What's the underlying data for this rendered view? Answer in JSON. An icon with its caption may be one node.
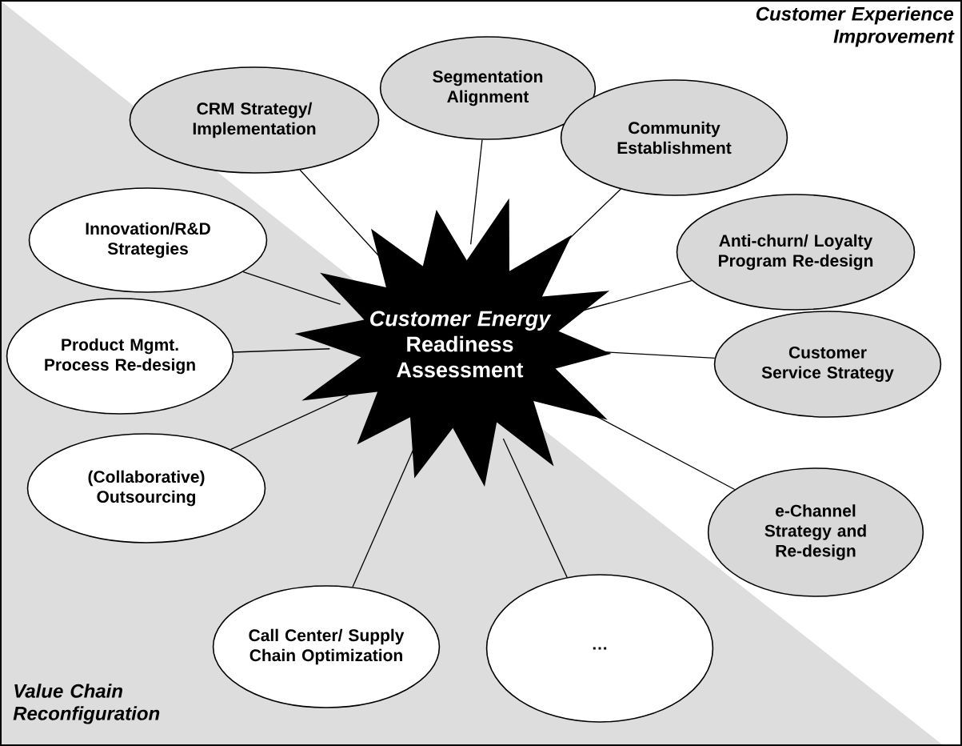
{
  "diagram": {
    "nodes": [
      {
        "text": [
          "Segmentation Alignment"
        ]
      },
      {
        "text": [
          "CRM Strategy/ Implementation"
        ]
      },
      {
        "text": [
          "Community Establishment"
        ]
      },
      {
        "text": [
          "Innovation/R&D Strategies"
        ]
      },
      {
        "text": [
          "Anti-churn/ Loyalty Program Re-design"
        ]
      },
      {
        "text": [
          "*Customer Energy* Readiness Assessment"
        ]
      },
      {
        "text": [
          "Product Mgmt. Process Re-design"
        ]
      },
      {
        "text": [
          "Customer Service Strategy"
        ]
      },
      {
        "text": [
          "(Collaborative) Outsourcing"
        ]
      },
      {
        "text": [
          "e-Channel Strategy and Re-design"
        ]
      },
      {
        "text": [
          "Call Center/ Supply Chain Optimization"
        ]
      },
      {
        "text": [
          "…"
        ]
      }
    ],
    "edges": [
      {
        "from": 5,
        "to": 0,
        "arrow": "none"
      },
      {
        "from": 5,
        "to": 1,
        "arrow": "none"
      },
      {
        "from": 5,
        "to": 2,
        "arrow": "none"
      },
      {
        "from": 5,
        "to": 3,
        "arrow": "none"
      },
      {
        "from": 5,
        "to": 4,
        "arrow": "none"
      },
      {
        "from": 5,
        "to": 6,
        "arrow": "none"
      },
      {
        "from": 5,
        "to": 7,
        "arrow": "none"
      },
      {
        "from": 5,
        "to": 8,
        "arrow": "none"
      },
      {
        "from": 5,
        "to": 9,
        "arrow": "none"
      },
      {
        "from": 5,
        "to": 10,
        "arrow": "none"
      },
      {
        "from": 5,
        "to": 11,
        "arrow": "none"
      }
    ],
    "labels": [
      "Customer Experience Improvement",
      "Value Chain Reconfiguration"
    ]
  }
}
